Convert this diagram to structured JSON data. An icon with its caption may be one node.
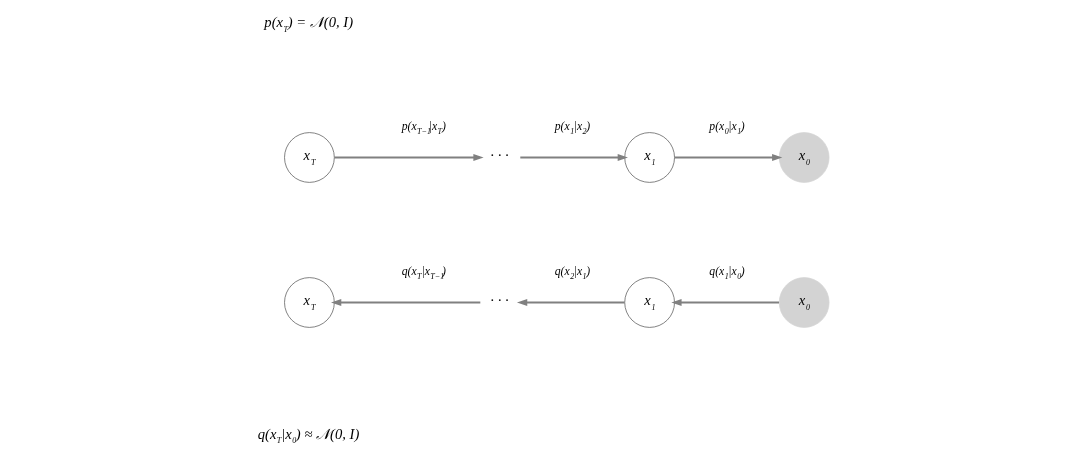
{
  "diagram": {
    "nodes": [
      {
        "text": [
          "x$_{T}$"
        ]
      },
      {
        "text": [
          "· · ·"
        ]
      },
      {
        "text": [
          "x$_{1}$"
        ]
      },
      {
        "text": [
          "x$_{0}$"
        ]
      },
      {
        "text": [
          "x$_{T}$"
        ]
      },
      {
        "text": [
          "· · ·"
        ]
      },
      {
        "text": [
          "x$_{1}$"
        ]
      },
      {
        "text": [
          "x$_{0}$"
        ]
      }
    ],
    "edges": [
      {
        "from": 0,
        "to": 1,
        "arrow": "to",
        "label": "p(x$_{T−1}$|x$_{T}$)"
      },
      {
        "from": 1,
        "to": 2,
        "arrow": "to",
        "label": "p(x$_{1}$|x$_{2}$)"
      },
      {
        "from": 2,
        "to": 3,
        "arrow": "to",
        "label": "p(x$_{0}$|x$_{1}$)"
      },
      {
        "from": 7,
        "to": 6,
        "arrow": "to",
        "label": "q(x$_{1}$|x$_{0}$)"
      },
      {
        "from": 6,
        "to": 5,
        "arrow": "to",
        "label": "q(x$_{2}$|x$_{1}$)"
      },
      {
        "from": 5,
        "to": 4,
        "arrow": "to",
        "label": "q(x$_{T}$|x$_{T−1}$)"
      }
    ],
    "labels": [
      "p(x$_{T}$) = 𝒩(0, I)",
      "q(x$_{T}$|x$_{0}$) ≈ 𝒩(0, I)"
    ]
  }
}
